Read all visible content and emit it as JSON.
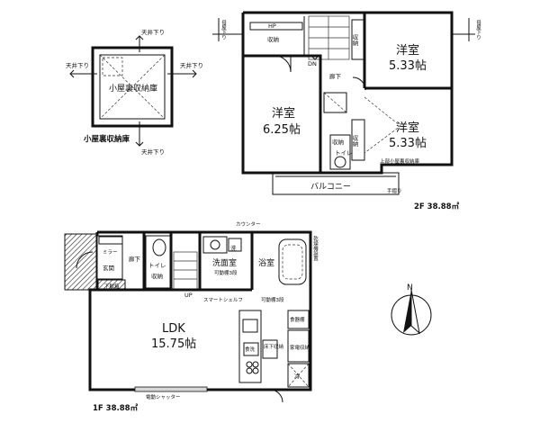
{
  "loft": {
    "room": "小屋裏収納庫",
    "caption": "小屋裏収納庫",
    "ceiling_drop": "天井下り"
  },
  "second_floor": {
    "rooms": [
      {
        "name": "洋室",
        "size": "5.33帖"
      },
      {
        "name": "洋室",
        "size": "6.25帖"
      },
      {
        "name": "洋室",
        "size": "5.33帖"
      }
    ],
    "hp": "HP",
    "storage": "収納",
    "dn": "DN",
    "hallway": "廊下",
    "toilet": "トイレ",
    "balcony": "バルコニー",
    "railing": "手摺り",
    "attic_storage": "上部小屋裏収納庫",
    "eaves_drop": "母屋下り",
    "area": "2F 38.88㎡"
  },
  "first_floor": {
    "ldk": {
      "name": "LDK",
      "size": "15.75帖"
    },
    "entrance": "玄関",
    "hallway": "廊下",
    "toilet": "トイレ",
    "storage": "収納",
    "washroom": "洗面室",
    "movable_shelf_3": "可動棚3段",
    "bathroom": "浴室",
    "laundry": "洗",
    "up": "UP",
    "counter": "カウンター",
    "drying": "乾燥機設置",
    "smart_shelf": "スマートシェルフ",
    "movable_shelf_3b": "可動棚3段",
    "pantry": "食器棚",
    "appliance": "家電収納",
    "fridge": "冷",
    "shoes": "下駄箱",
    "dishwasher": "食洗",
    "underfloor": "床下収納",
    "shutter": "電動シャッター",
    "mirror": "ミラー",
    "area": "1F 38.88㎡"
  },
  "compass": {
    "label": "N"
  }
}
